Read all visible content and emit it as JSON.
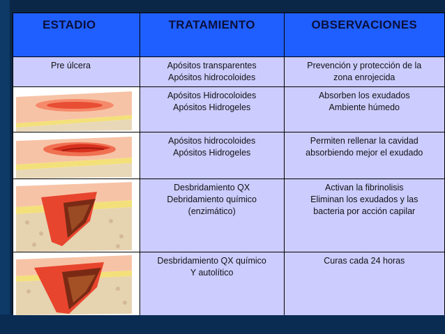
{
  "table": {
    "headers": [
      "ESTADIO",
      "TRATAMIENTO",
      "OBSERVACIONES"
    ],
    "rows": [
      {
        "stage": "Pre úlcera",
        "treatment": [
          "Apósitos transparentes",
          "Apósitos hidrocoloides"
        ],
        "observations": [
          "Prevención y  protección de la",
          "zona enrojecida"
        ]
      },
      {
        "stage_image": "pressure-ulcer-stage-1-illustration",
        "treatment": [
          "Apósitos Hidrocoloides",
          "Apósitos Hidrogeles"
        ],
        "observations": [
          "Absorben los exudados",
          "Ambiente húmedo"
        ]
      },
      {
        "stage_image": "pressure-ulcer-stage-2-illustration",
        "treatment": [
          "Apósitos hidrocoloides",
          "Apósitos Hidrogeles"
        ],
        "observations": [
          "Permiten rellenar la cavidad",
          "absorbiendo mejor el exudado"
        ]
      },
      {
        "stage_image": "pressure-ulcer-stage-3-illustration",
        "treatment": [
          "Desbridamiento QX",
          "Debridamiento químico",
          "(enzimático)"
        ],
        "observations": [
          "Activan la fibrinolisis",
          "Eliminan los exudados y las",
          "bacteria por acción capilar"
        ]
      },
      {
        "stage_image": "pressure-ulcer-stage-4-illustration",
        "treatment": [
          "Desbridamiento QX químico",
          "Y autolítico"
        ],
        "observations": [
          "Curas cada 24 horas"
        ]
      }
    ]
  },
  "colors": {
    "header_bg": "#1f5fff",
    "cell_bg": "#ccccff",
    "frame": "#0b2747"
  }
}
